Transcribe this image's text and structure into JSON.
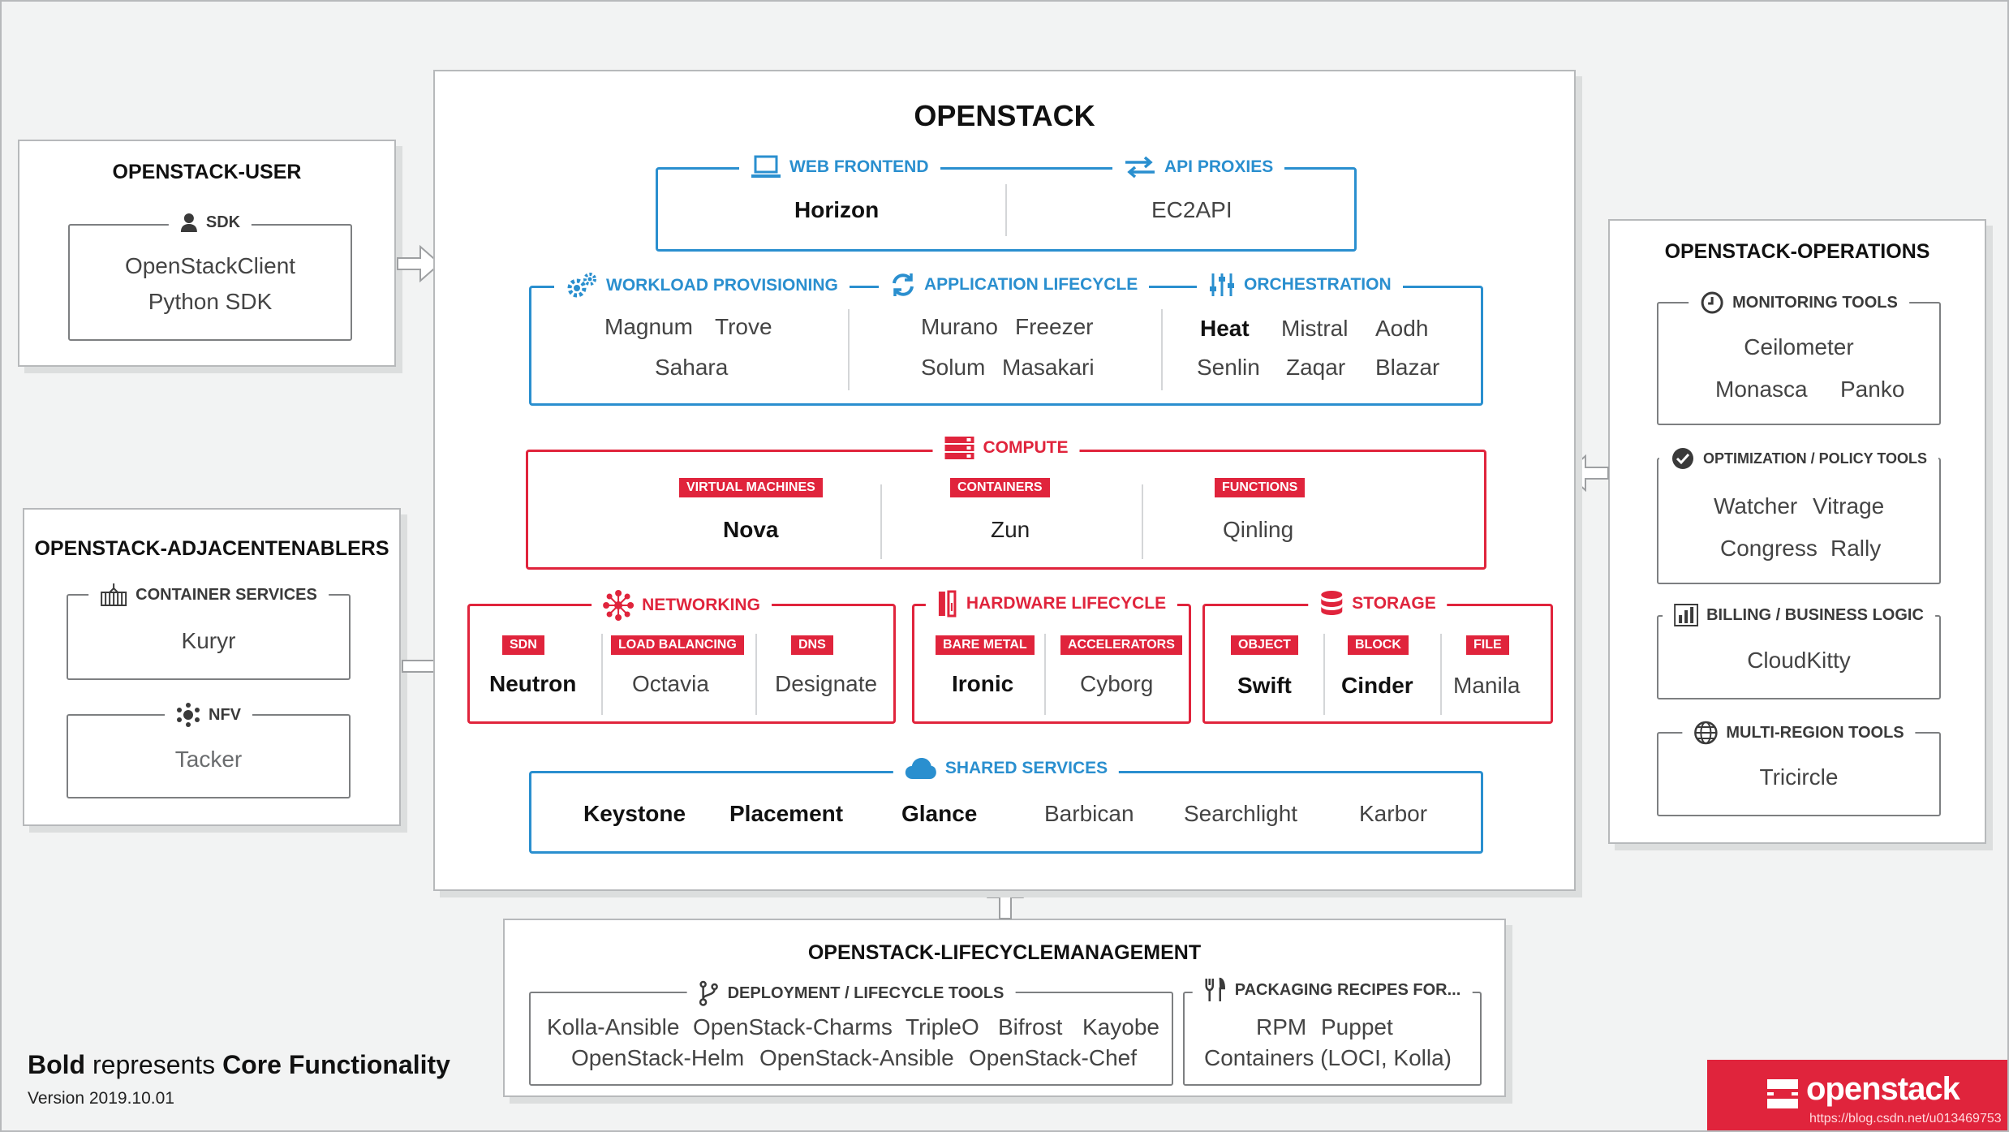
{
  "title": "OPENSTACK",
  "user": {
    "title": "OPENSTACK-USER",
    "sdk": {
      "label": "SDK",
      "items": [
        "OpenStackClient",
        "Python SDK"
      ]
    }
  },
  "adjacent": {
    "title": "OPENSTACK-ADJACENTENABLERS",
    "container": {
      "label": "CONTAINER SERVICES",
      "items": [
        "Kuryr"
      ]
    },
    "nfv": {
      "label": "NFV",
      "items": [
        "Tacker"
      ]
    }
  },
  "operations": {
    "title": "OPENSTACK-OPERATIONS",
    "monitoring": {
      "label": "MONITORING TOOLS",
      "items": [
        "Ceilometer",
        "Monasca",
        "Panko"
      ]
    },
    "optimization": {
      "label": "OPTIMIZATION / POLICY TOOLS",
      "items": [
        "Watcher",
        "Vitrage",
        "Congress",
        "Rally"
      ]
    },
    "billing": {
      "label": "BILLING / BUSINESS LOGIC",
      "items": [
        "CloudKitty"
      ]
    },
    "multiregion": {
      "label": "MULTI-REGION TOOLS",
      "items": [
        "Tricircle"
      ]
    }
  },
  "lifecycle": {
    "title": "OPENSTACK-LIFECYCLEMANAGEMENT",
    "deployment": {
      "label": "DEPLOYMENT / LIFECYCLE TOOLS",
      "items": [
        "Kolla-Ansible",
        "OpenStack-Charms",
        "TripleO",
        "Bifrost",
        "Kayobe",
        "OpenStack-Helm",
        "OpenStack-Ansible",
        "OpenStack-Chef"
      ]
    },
    "packaging": {
      "label": "PACKAGING RECIPES FOR...",
      "items": [
        "RPM",
        "Puppet",
        "Containers (LOCI, Kolla)"
      ]
    }
  },
  "web": {
    "frontend": {
      "label": "WEB FRONTEND",
      "items": [
        "Horizon"
      ]
    },
    "proxies": {
      "label": "API PROXIES",
      "items": [
        "EC2API"
      ]
    }
  },
  "row2": {
    "workload": {
      "label": "WORKLOAD PROVISIONING",
      "items": [
        "Magnum",
        "Trove",
        "Sahara"
      ]
    },
    "application": {
      "label": "APPLICATION LIFECYCLE",
      "items": [
        "Murano",
        "Freezer",
        "Solum",
        "Masakari"
      ]
    },
    "orchestration": {
      "label": "ORCHESTRATION",
      "items": [
        "Heat",
        "Mistral",
        "Aodh",
        "Senlin",
        "Zaqar",
        "Blazar"
      ]
    }
  },
  "compute": {
    "label": "COMPUTE",
    "vm": {
      "tag": "VIRTUAL MACHINES",
      "items": [
        "Nova"
      ]
    },
    "containers": {
      "tag": "CONTAINERS",
      "items": [
        "Zun"
      ]
    },
    "functions": {
      "tag": "FUNCTIONS",
      "items": [
        "Qinling"
      ]
    }
  },
  "networking": {
    "label": "NETWORKING",
    "sdn": {
      "tag": "SDN",
      "items": [
        "Neutron"
      ]
    },
    "lb": {
      "tag": "LOAD BALANCING",
      "items": [
        "Octavia"
      ]
    },
    "dns": {
      "tag": "DNS",
      "items": [
        "Designate"
      ]
    }
  },
  "hardware": {
    "label": "HARDWARE LIFECYCLE",
    "bare": {
      "tag": "BARE METAL",
      "items": [
        "Ironic"
      ]
    },
    "acc": {
      "tag": "ACCELERATORS",
      "items": [
        "Cyborg"
      ]
    }
  },
  "storage": {
    "label": "STORAGE",
    "object": {
      "tag": "OBJECT",
      "items": [
        "Swift"
      ]
    },
    "block": {
      "tag": "BLOCK",
      "items": [
        "Cinder"
      ]
    },
    "file": {
      "tag": "FILE",
      "items": [
        "Manila"
      ]
    }
  },
  "shared": {
    "label": "SHARED SERVICES",
    "items": [
      "Keystone",
      "Placement",
      "Glance",
      "Barbican",
      "Searchlight",
      "Karbor"
    ]
  },
  "footer": {
    "bold1": "Bold",
    "represents": " represents ",
    "bold2": "Core Functionality",
    "version": "Version 2019.10.01",
    "logo": "openstack",
    "watermark": "https://blog.csdn.net/u013469753"
  },
  "colors": {
    "blue": "#2a8fcf",
    "red": "#e0243c",
    "border": "#b7b9bb"
  }
}
